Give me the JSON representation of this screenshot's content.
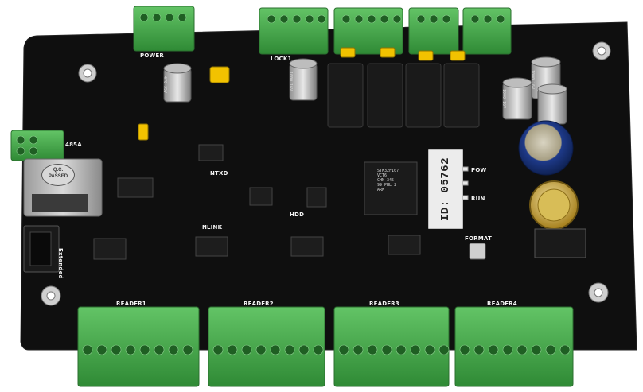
{
  "board": {
    "silkscreen": {
      "reader1": "READER1",
      "reader2": "READER2",
      "reader3": "READER3",
      "reader4": "READER4",
      "pow": "POW",
      "run": "RUN",
      "format": "FORMAT",
      "hdd": "HDD",
      "ntxd": "NTXD",
      "nlink": "NLINK",
      "rs485": "485A",
      "power": "POWER",
      "lock": "LOCK1",
      "extended": "Extended"
    },
    "sticker_id": "ID: 05762",
    "qc_label": {
      "line1": "Q.C.",
      "line2": "PASSED"
    },
    "mcu_marking": "STM32F107\nVCT6\nCHN 345\n99 PHL 2\nARM",
    "capacitors": [
      "470 35V",
      "1000 16V",
      "1000 16V",
      "1000 16V"
    ]
  },
  "colors": {
    "pcb": "#101010",
    "terminal_green": "#4caf50",
    "terminal_dark": "#2f7d32",
    "relay": "#1a1a1a",
    "jumper": "#f2c200",
    "coin_cell": "#c9a227",
    "supercap": "#1e3a8a"
  }
}
